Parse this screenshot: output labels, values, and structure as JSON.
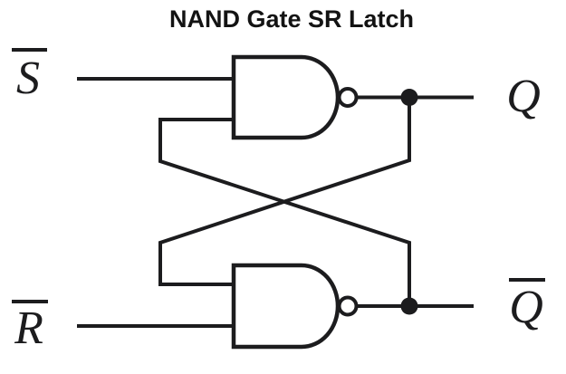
{
  "title": "NAND Gate SR Latch",
  "labels": {
    "s_input": "S",
    "r_input": "R",
    "q_output": "Q",
    "q_bar_output": "Q"
  },
  "circuit": {
    "type": "SR latch",
    "gate_type": "NAND",
    "gate_count": 2,
    "inputs": [
      "S (active-low, overline)",
      "R (active-low, overline)"
    ],
    "outputs": [
      "Q",
      "Q (complement, overline)"
    ],
    "topology": "cross-coupled feedback"
  },
  "colors": {
    "line": "#1c1c1e",
    "background": "#ffffff",
    "title": "#131313"
  }
}
